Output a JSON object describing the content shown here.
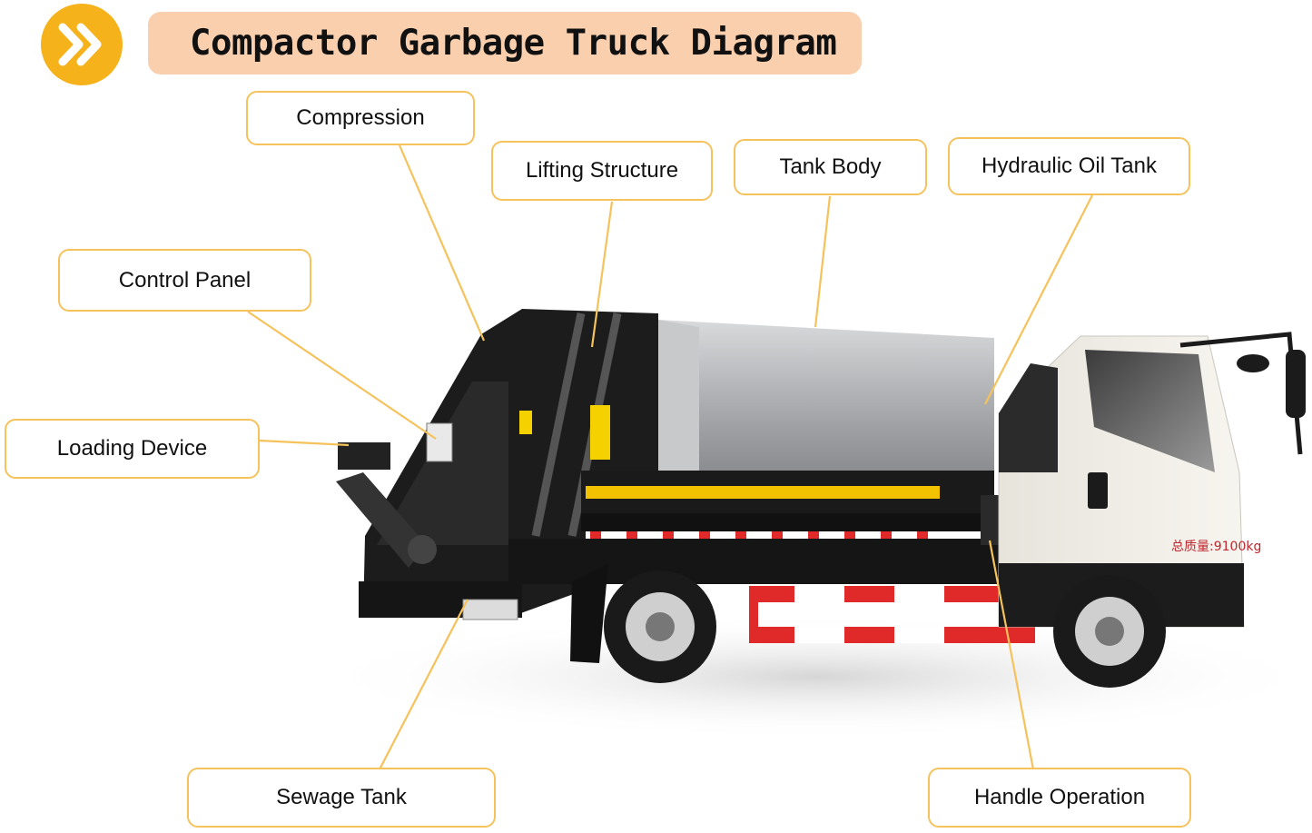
{
  "header": {
    "title": "Compactor Garbage Truck Diagram",
    "logo_icon": "double-chevron-right-icon",
    "accent_color": "#f5b21b",
    "title_bg_color": "#f9cfae"
  },
  "labels": {
    "compression": "Compression",
    "lifting_structure": "Lifting Structure",
    "tank_body": "Tank Body",
    "hydraulic_oil_tank": "Hydraulic Oil Tank",
    "control_panel": "Control Panel",
    "loading_device": "Loading Device",
    "sewage_tank": "Sewage Tank",
    "handle_operation": "Handle Operation"
  },
  "truck": {
    "door_text": "总质量:9100kg",
    "leader_color": "#f5c25c",
    "body_stripe_color": "#f2c200",
    "guard_color": "#e02a2a"
  }
}
